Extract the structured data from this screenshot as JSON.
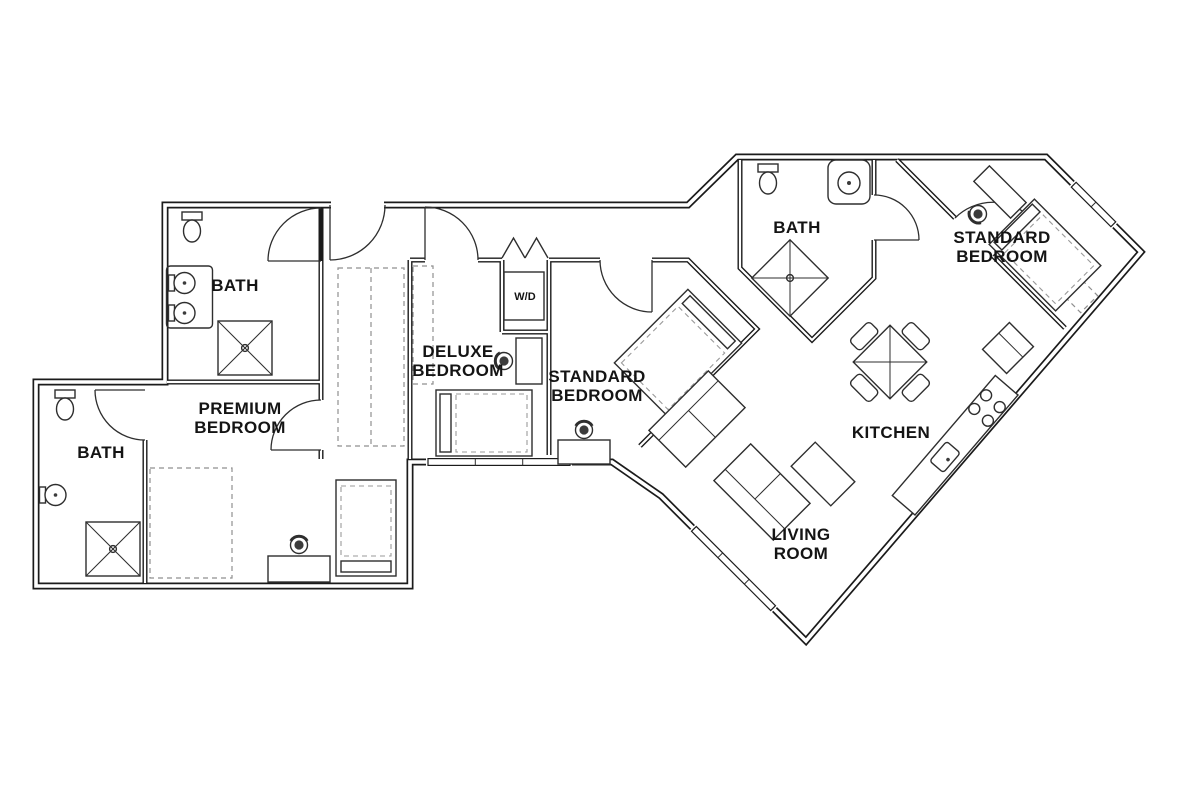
{
  "floorplan": {
    "rooms": {
      "bath_top_left": {
        "label": "BATH"
      },
      "bath_lower_left": {
        "label": "BATH"
      },
      "bath_right": {
        "label": "BATH"
      },
      "premium_bedroom": {
        "line1": "PREMIUM",
        "line2": "BEDROOM"
      },
      "deluxe_bedroom": {
        "line1": "DELUXE",
        "line2": "BEDROOM"
      },
      "standard_bedroom_left": {
        "line1": "STANDARD",
        "line2": "BEDROOM"
      },
      "standard_bedroom_right": {
        "line1": "STANDARD",
        "line2": "BEDROOM"
      },
      "kitchen": {
        "label": "KITCHEN"
      },
      "living_room": {
        "line1": "LIVING",
        "line2": "ROOM"
      },
      "washer_dryer": {
        "label": "W/D"
      }
    },
    "colors": {
      "background": "#ffffff",
      "walls": "#1b1b1b",
      "fixtures": "#2e2e2e",
      "dashed": "#8f8f8f"
    }
  }
}
